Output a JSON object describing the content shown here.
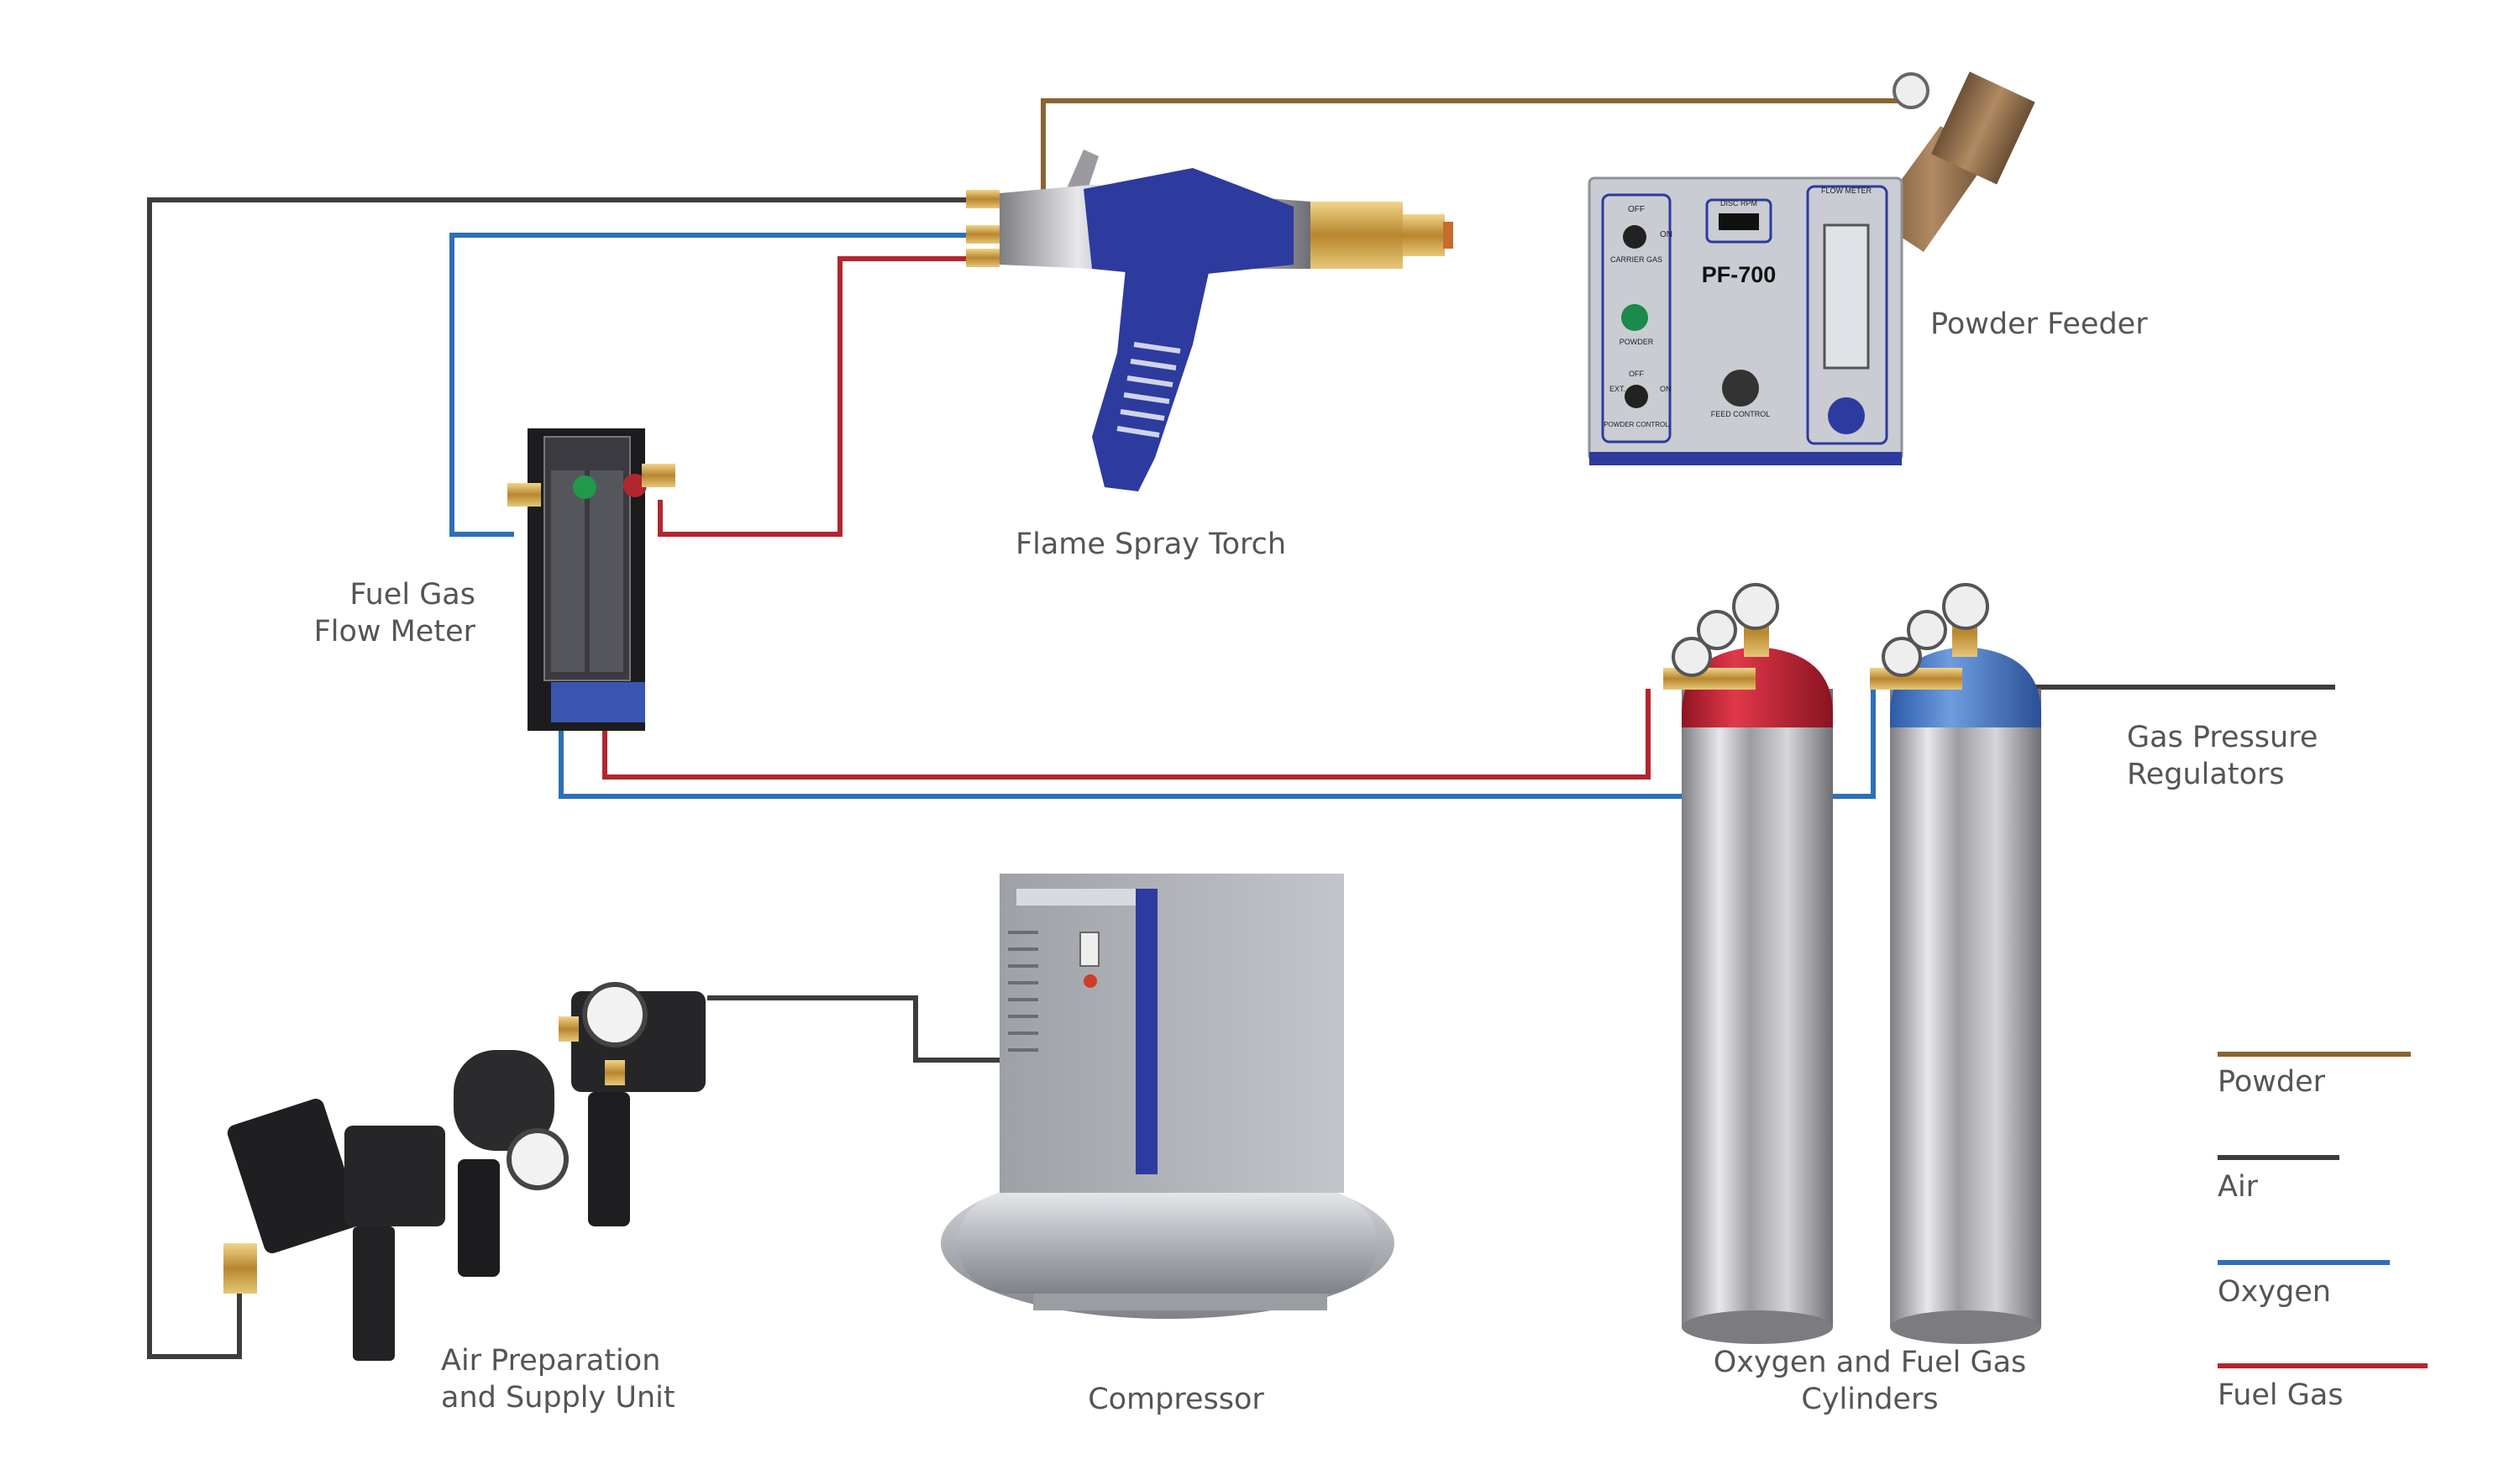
{
  "colors": {
    "powder": "#8a6434",
    "air": "#3d3d3d",
    "oxygen": "#2e6fb8",
    "fuel_gas": "#b3262e",
    "brand_blue": "#2d3b9e",
    "panel_grey": "#c9ccd2",
    "label_text": "#555555"
  },
  "equipment": {
    "torch": {
      "label": "Flame Spray Torch"
    },
    "powder_feeder": {
      "label": "Powder Feeder",
      "model": "PF-700",
      "panel_labels": {
        "off": "OFF",
        "on": "ON",
        "carrier_gas": "CARRIER GAS",
        "powder": "POWDER",
        "ext": "EXT.",
        "powder_control": "POWDER CONTROL",
        "disc_rpm": "DISC RPM",
        "flow_meter": "FLOW METER",
        "feed_control": "FEED CONTROL"
      }
    },
    "flow_meter": {
      "label_line1": "Fuel Gas",
      "label_line2": "Flow Meter"
    },
    "regulators": {
      "label_line1": "Gas Pressure",
      "label_line2": "Regulators"
    },
    "cylinders": {
      "label_line1": "Oxygen and Fuel Gas",
      "label_line2": "Cylinders"
    },
    "air_unit": {
      "label_line1": "Air Preparation",
      "label_line2": "and Supply Unit"
    },
    "compressor": {
      "label": "Compressor"
    }
  },
  "legend": [
    {
      "key": "powder",
      "label": "Powder"
    },
    {
      "key": "air",
      "label": "Air"
    },
    {
      "key": "oxygen",
      "label": "Oxygen"
    },
    {
      "key": "fuel_gas",
      "label": "Fuel Gas"
    }
  ]
}
